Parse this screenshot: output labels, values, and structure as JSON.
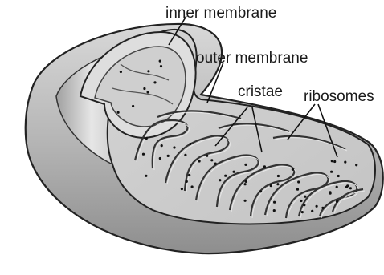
{
  "diagram": {
    "labels": {
      "inner_membrane": "inner membrane",
      "outer_membrane": "outer membrane",
      "cristae": "cristae",
      "ribosomes": "ribosomes"
    }
  }
}
